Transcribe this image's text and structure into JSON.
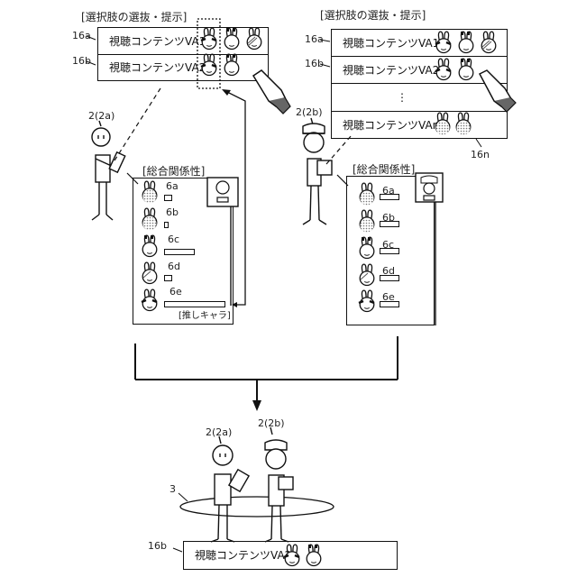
{
  "left_panel": {
    "header": "[選択肢の選抜・提示]",
    "ref_a": "16a",
    "ref_b": "16b",
    "rows": [
      {
        "label": "視聴コンテンツVA1",
        "chars": [
          "6e",
          "6c",
          "6d"
        ]
      },
      {
        "label": "視聴コンテンツVA2",
        "chars": [
          "6e",
          "6c"
        ]
      }
    ]
  },
  "right_panel": {
    "header": "[選択肢の選抜・提示]",
    "ref_a": "16a",
    "ref_b": "16b",
    "ref_n": "16n",
    "rows": [
      {
        "label": "視聴コンテンツVA1",
        "chars": [
          "6e",
          "6c",
          "6d"
        ]
      },
      {
        "label": "視聴コンテンツVA2",
        "chars": [
          "6e",
          "6c"
        ]
      },
      {
        "label": "⋮",
        "chars": []
      },
      {
        "label": "視聴コンテンツVAn",
        "chars": [
          "6a",
          "6b"
        ]
      }
    ]
  },
  "user_a": {
    "label": "2(2a)"
  },
  "user_b": {
    "label": "2(2b)"
  },
  "relation_a": {
    "header": "[総合関係性]",
    "items": [
      {
        "ref": "6a",
        "relation_level": 0.1
      },
      {
        "ref": "6b",
        "relation_level": 0.05
      },
      {
        "ref": "6c",
        "relation_level": 0.5
      },
      {
        "ref": "6d",
        "relation_level": 0.1
      },
      {
        "ref": "6e",
        "relation_level": 1.0
      }
    ],
    "favorite_label": "[推しキャラ]"
  },
  "relation_b": {
    "header": "[総合関係性]",
    "items": [
      {
        "ref": "6a",
        "relation_level": 0.5
      },
      {
        "ref": "6b",
        "relation_level": 0.5
      },
      {
        "ref": "6c",
        "relation_level": 0.5
      },
      {
        "ref": "6d",
        "relation_level": 0.5
      },
      {
        "ref": "6e",
        "relation_level": 0.5
      }
    ]
  },
  "bottom": {
    "user_a": "2(2a)",
    "user_b": "2(2b)",
    "space_ref": "3",
    "content_ref": "16b",
    "content_label": "視聴コンテンツVA2",
    "chars": [
      "6e",
      "6c"
    ]
  }
}
